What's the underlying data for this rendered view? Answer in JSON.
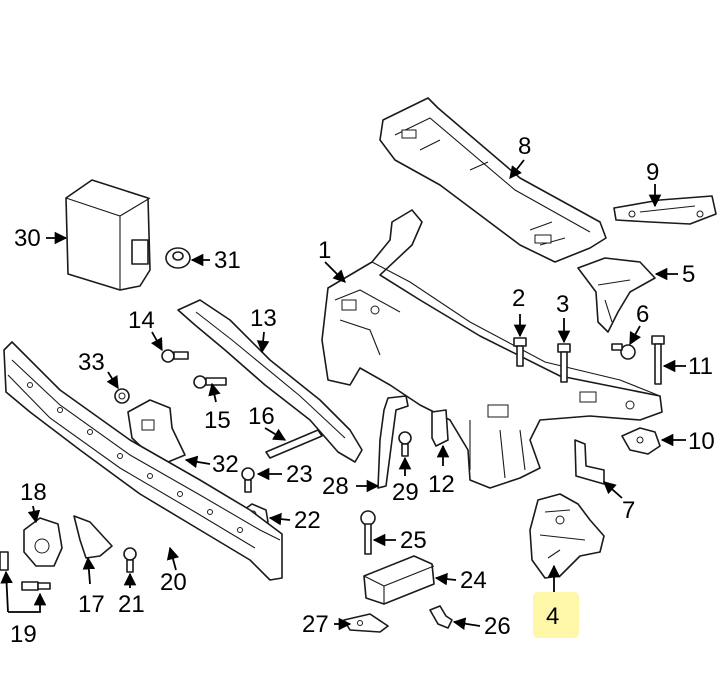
{
  "highlight_color": "#fff7a8",
  "labels": [
    {
      "id": "1",
      "text": "1"
    },
    {
      "id": "2",
      "text": "2"
    },
    {
      "id": "3",
      "text": "3"
    },
    {
      "id": "4",
      "text": "4",
      "highlighted": true
    },
    {
      "id": "5",
      "text": "5"
    },
    {
      "id": "6",
      "text": "6"
    },
    {
      "id": "7",
      "text": "7"
    },
    {
      "id": "8",
      "text": "8"
    },
    {
      "id": "9",
      "text": "9"
    },
    {
      "id": "10",
      "text": "10"
    },
    {
      "id": "11",
      "text": "11"
    },
    {
      "id": "12",
      "text": "12"
    },
    {
      "id": "13",
      "text": "13"
    },
    {
      "id": "14",
      "text": "14"
    },
    {
      "id": "15",
      "text": "15"
    },
    {
      "id": "16",
      "text": "16"
    },
    {
      "id": "17",
      "text": "17"
    },
    {
      "id": "18",
      "text": "18"
    },
    {
      "id": "19",
      "text": "19"
    },
    {
      "id": "20",
      "text": "20"
    },
    {
      "id": "21",
      "text": "21"
    },
    {
      "id": "22",
      "text": "22"
    },
    {
      "id": "23",
      "text": "23"
    },
    {
      "id": "24",
      "text": "24"
    },
    {
      "id": "25",
      "text": "25"
    },
    {
      "id": "26",
      "text": "26"
    },
    {
      "id": "27",
      "text": "27"
    },
    {
      "id": "28",
      "text": "28"
    },
    {
      "id": "29",
      "text": "29"
    },
    {
      "id": "30",
      "text": "30"
    },
    {
      "id": "31",
      "text": "31"
    },
    {
      "id": "32",
      "text": "32"
    },
    {
      "id": "33",
      "text": "33"
    }
  ]
}
